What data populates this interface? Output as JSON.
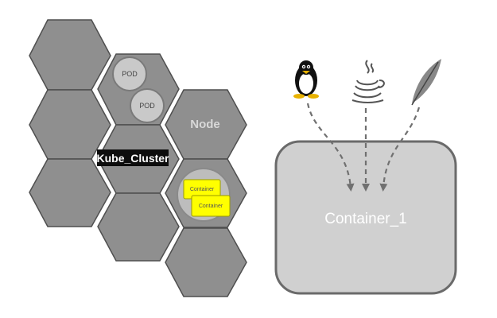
{
  "cluster": {
    "label": "Kube_Cluster",
    "node_label": "Node",
    "pods": [
      {
        "label": "POD"
      },
      {
        "label": "POD"
      }
    ],
    "containers": [
      {
        "label": "Container"
      },
      {
        "label": "Container"
      }
    ]
  },
  "container_view": {
    "label": "Container_1",
    "sources": [
      {
        "icon": "linux-penguin-icon"
      },
      {
        "icon": "java-icon"
      },
      {
        "icon": "feather-icon"
      }
    ]
  },
  "colors": {
    "hex_fill": "#8f8f8f",
    "container_yellow": "#ffff00",
    "box_fill": "#d0d0d0",
    "cluster_label_bg": "#0d0d0d"
  }
}
